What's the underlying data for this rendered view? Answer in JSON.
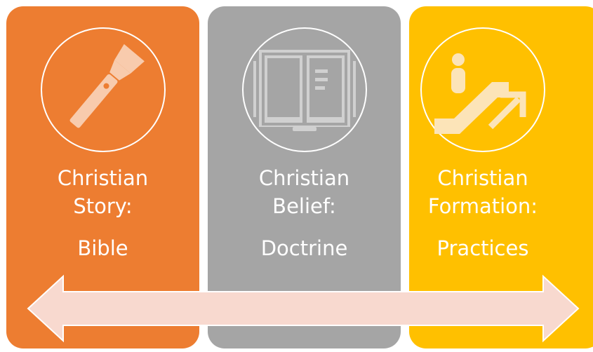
{
  "colors": {
    "story_bg": "#ED7D31",
    "belief_bg": "#A5A5A5",
    "formation_bg": "#FFC000",
    "icon_fill": "#F8CBAD",
    "arrow_fill": "#F8D9CF",
    "white": "#FFFFFF"
  },
  "cards": [
    {
      "icon": "flashlight-icon",
      "line1": "Christian",
      "line2": "Story:",
      "line3": "Bible"
    },
    {
      "icon": "open-book-icon",
      "line1": "Christian",
      "line2": "Belief:",
      "line3": "Doctrine"
    },
    {
      "icon": "escalator-icon",
      "line1": "Christian",
      "line2": "Formation:",
      "line3": "Practices"
    }
  ],
  "arrow": {
    "icon": "double-headed-arrow"
  }
}
